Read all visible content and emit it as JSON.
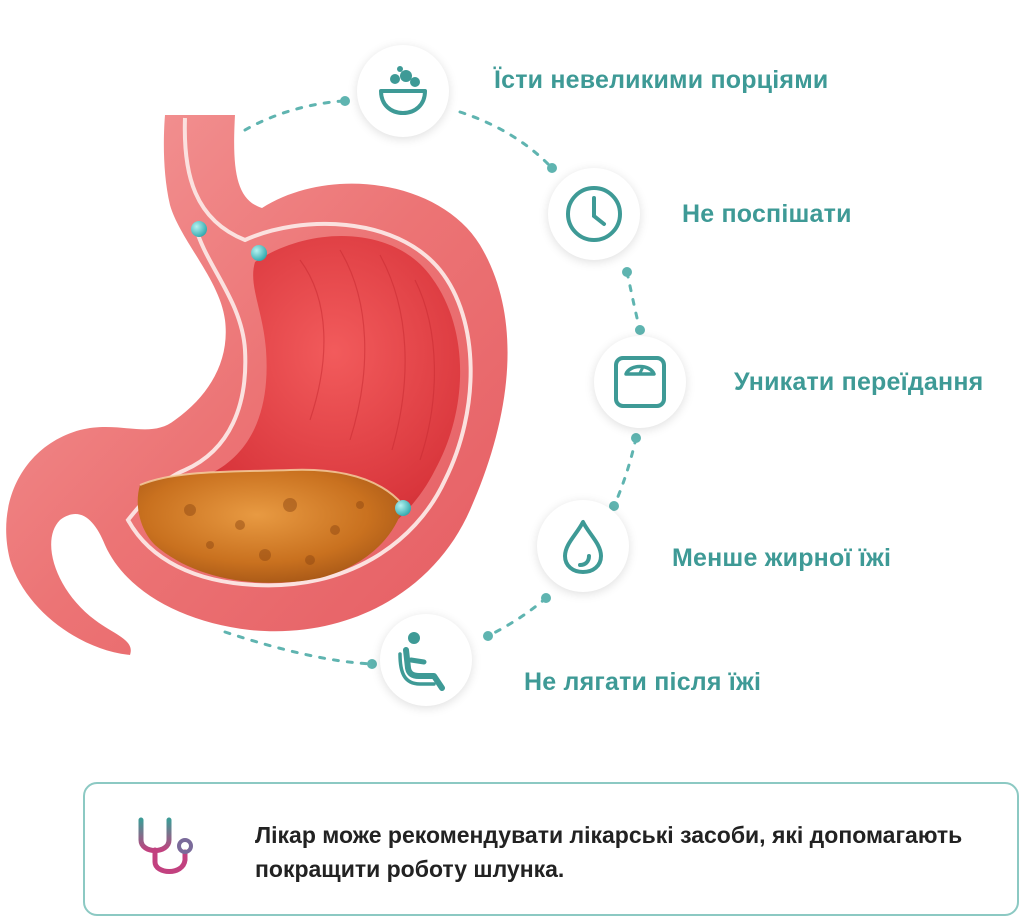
{
  "tips": [
    {
      "icon": "food-bowl-icon",
      "label": "Їсти невеликими порціями"
    },
    {
      "icon": "clock-icon",
      "label": "Не поспішати"
    },
    {
      "icon": "scale-icon",
      "label": "Уникати переїдання"
    },
    {
      "icon": "drop-icon",
      "label": "Менше жирної їжі"
    },
    {
      "icon": "sitting-person-icon",
      "label": "Не лягати після їжі"
    }
  ],
  "note": {
    "icon": "stethoscope-icon",
    "text": "Лікар може рекомендувати лікарські засоби, які допомагають покращити роботу шлунка."
  },
  "colors": {
    "accent": "#3e9a96",
    "stomach": "#e9545b",
    "note_border": "#8cc9c3"
  }
}
